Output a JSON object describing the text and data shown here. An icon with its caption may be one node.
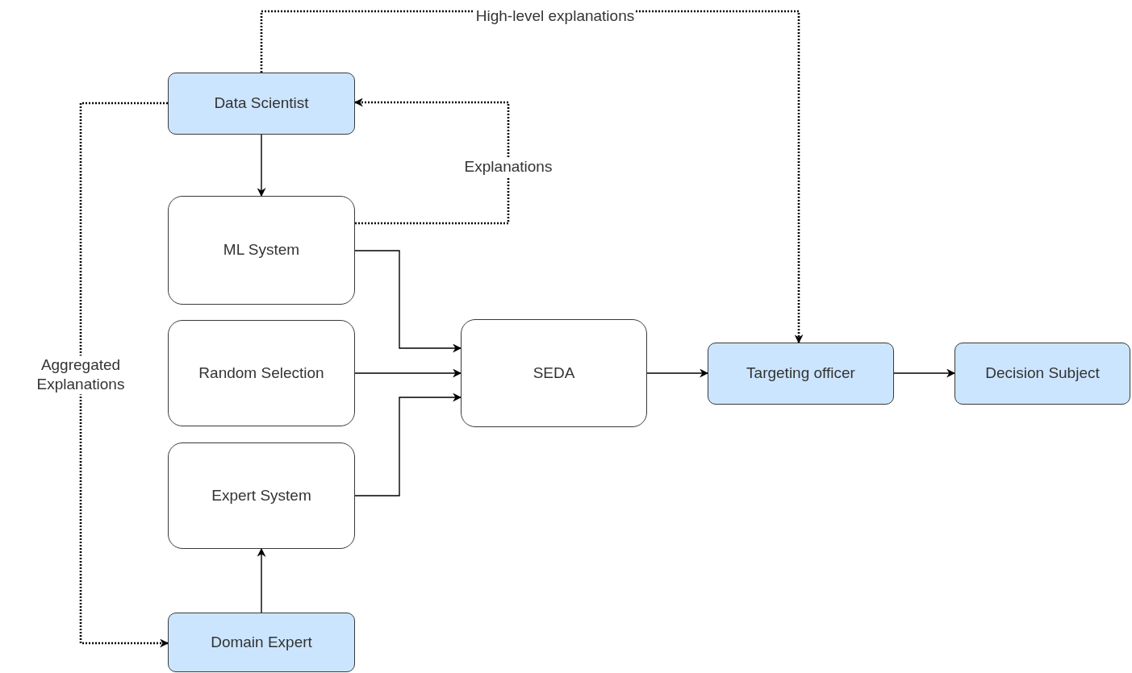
{
  "diagram": {
    "nodes": [
      {
        "text": [
          "Data Scientist"
        ]
      },
      {
        "text": [
          "ML System"
        ]
      },
      {
        "text": [
          "Random Selection"
        ]
      },
      {
        "text": [
          "Expert System"
        ]
      },
      {
        "text": [
          "Domain Expert"
        ]
      },
      {
        "text": [
          "SEDA"
        ]
      },
      {
        "text": [
          "Targeting officer"
        ]
      },
      {
        "text": [
          "Decision Subject"
        ]
      }
    ],
    "edges": [
      {
        "from": 0,
        "to": 1,
        "arrow": "to"
      },
      {
        "from": 1,
        "to": 0,
        "arrow": "to",
        "label": "Explanations",
        "style": "dashed"
      },
      {
        "from": 0,
        "to": 6,
        "arrow": "to",
        "label": "High-level explanations",
        "style": "dashed"
      },
      {
        "from": 0,
        "to": 4,
        "arrow": "to",
        "label": "Aggregated Explanations",
        "style": "dashed"
      },
      {
        "from": 1,
        "to": 5,
        "arrow": "to"
      },
      {
        "from": 2,
        "to": 5,
        "arrow": "to"
      },
      {
        "from": 3,
        "to": 5,
        "arrow": "to"
      },
      {
        "from": 5,
        "to": 6,
        "arrow": "to"
      },
      {
        "from": 6,
        "to": 7,
        "arrow": "to"
      },
      {
        "from": 4,
        "to": 3,
        "arrow": "to"
      }
    ]
  }
}
